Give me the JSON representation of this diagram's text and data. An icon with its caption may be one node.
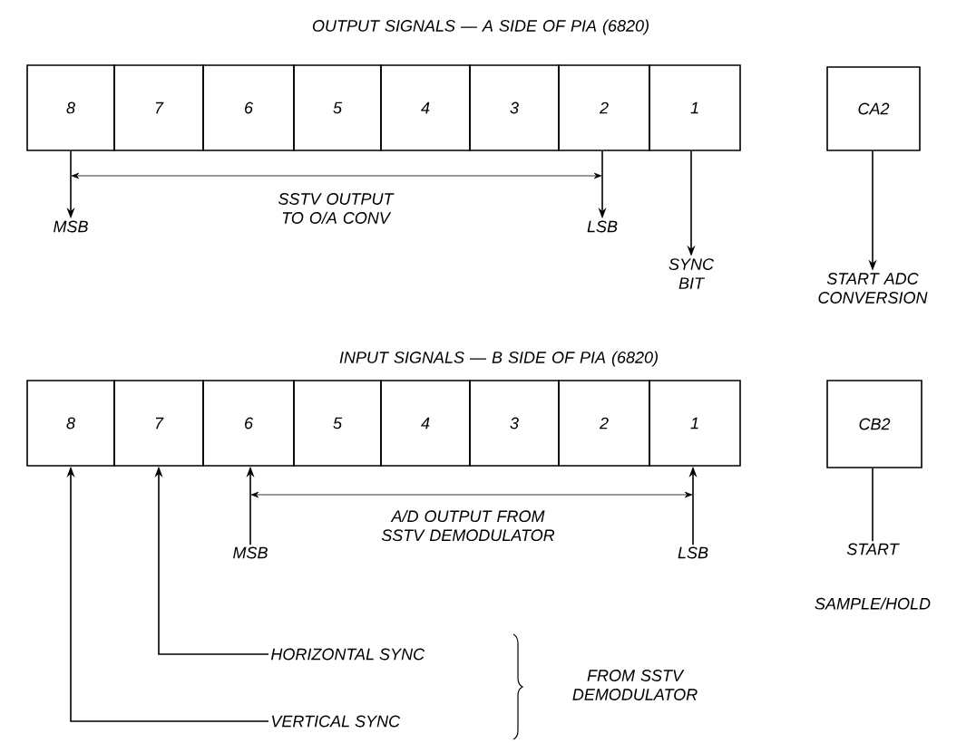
{
  "diagram": {
    "nodes": [
      {
        "text": [
          "8"
        ]
      },
      {
        "text": [
          "7"
        ]
      },
      {
        "text": [
          "6"
        ]
      },
      {
        "text": [
          "5"
        ]
      },
      {
        "text": [
          "4"
        ]
      },
      {
        "text": [
          "3"
        ]
      },
      {
        "text": [
          "2"
        ]
      },
      {
        "text": [
          "1"
        ]
      },
      {
        "text": [
          "CA2"
        ]
      },
      {
        "text": [
          "MSB"
        ]
      },
      {
        "text": [
          "LSB"
        ]
      },
      {
        "text": [
          "SYNC BIT"
        ]
      },
      {
        "text": [
          "START ADC CONVERSION"
        ]
      },
      {
        "text": [
          "8"
        ]
      },
      {
        "text": [
          "7"
        ]
      },
      {
        "text": [
          "6"
        ]
      },
      {
        "text": [
          "5"
        ]
      },
      {
        "text": [
          "4"
        ]
      },
      {
        "text": [
          "3"
        ]
      },
      {
        "text": [
          "2"
        ]
      },
      {
        "text": [
          "1"
        ]
      },
      {
        "text": [
          "CB2"
        ]
      },
      {
        "text": [
          "MSB"
        ]
      },
      {
        "text": [
          "LSB"
        ]
      },
      {
        "text": [
          "START"
        ]
      },
      {
        "text": [
          "HORIZONTAL SYNC"
        ]
      },
      {
        "text": [
          "VERTICAL SYNC"
        ]
      }
    ],
    "edges": [
      {
        "from": 0,
        "to": 9,
        "arrow": "to"
      },
      {
        "from": 6,
        "to": 10,
        "arrow": "to"
      },
      {
        "from": 7,
        "to": 11,
        "arrow": "to"
      },
      {
        "from": 8,
        "to": 12,
        "arrow": "to"
      },
      {
        "from": 22,
        "to": 15,
        "arrow": "to"
      },
      {
        "from": 23,
        "to": 20,
        "arrow": "to"
      },
      {
        "from": 25,
        "to": 14,
        "arrow": "to"
      },
      {
        "from": 26,
        "to": 13,
        "arrow": "to"
      },
      {
        "from": 21,
        "to": 24,
        "arrow": "none"
      }
    ],
    "labels": [
      "OUTPUT SIGNALS — A SIDE OF PIA (6820)",
      "SSTV OUTPUT TO O/A CONV",
      "INPUT SIGNALS — B SIDE OF PIA (6820)",
      "A/D OUTPUT FROM SSTV DEMODULATOR",
      "SAMPLE/HOLD",
      "FROM SSTV DEMODULATOR"
    ]
  }
}
